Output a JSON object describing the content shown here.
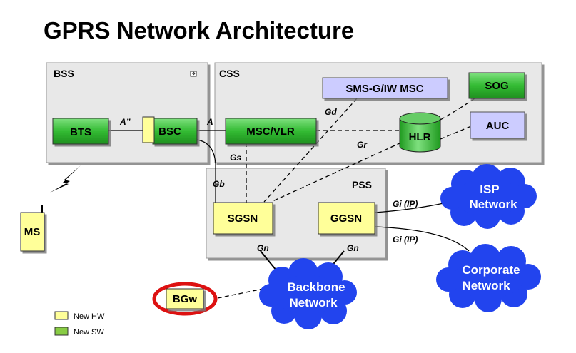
{
  "title": "GPRS Network Architecture",
  "regions": {
    "bss": "BSS",
    "css": "CSS",
    "pss": "PSS"
  },
  "nodes": {
    "bts": "BTS",
    "bsc": "BSC",
    "msc_vlr": "MSC/VLR",
    "sms_g_iw_msc": "SMS-G/IW MSC",
    "sog": "SOG",
    "hlr": "HLR",
    "auc": "AUC",
    "sgsn": "SGSN",
    "ggsn": "GGSN",
    "ms": "MS",
    "bgw": "BGw"
  },
  "clouds": {
    "isp_line1": "ISP",
    "isp_line2": "Network",
    "corporate_line1": "Corporate",
    "corporate_line2": "Network",
    "backbone_line1": "Backbone",
    "backbone_line2": "Network"
  },
  "interfaces": {
    "a_double_prime": "A”",
    "a": "A",
    "gd": "Gd",
    "gs": "Gs",
    "gr": "Gr",
    "gb": "Gb",
    "gi_isp": "Gi  (IP)",
    "gi_corporate": "Gi  (IP)",
    "gn_sgsn": "Gn",
    "gn_ggsn": "Gn"
  },
  "legend": {
    "new_hw": "New HW",
    "new_sw": "New SW"
  },
  "colors": {
    "green_node": "#33bb33",
    "yellow_node": "#ffff99",
    "lavender_node": "#ccccff",
    "cloud_blue": "#2244ee",
    "region_fill": "#e8e8e8",
    "highlight_ring": "#dd1111"
  }
}
